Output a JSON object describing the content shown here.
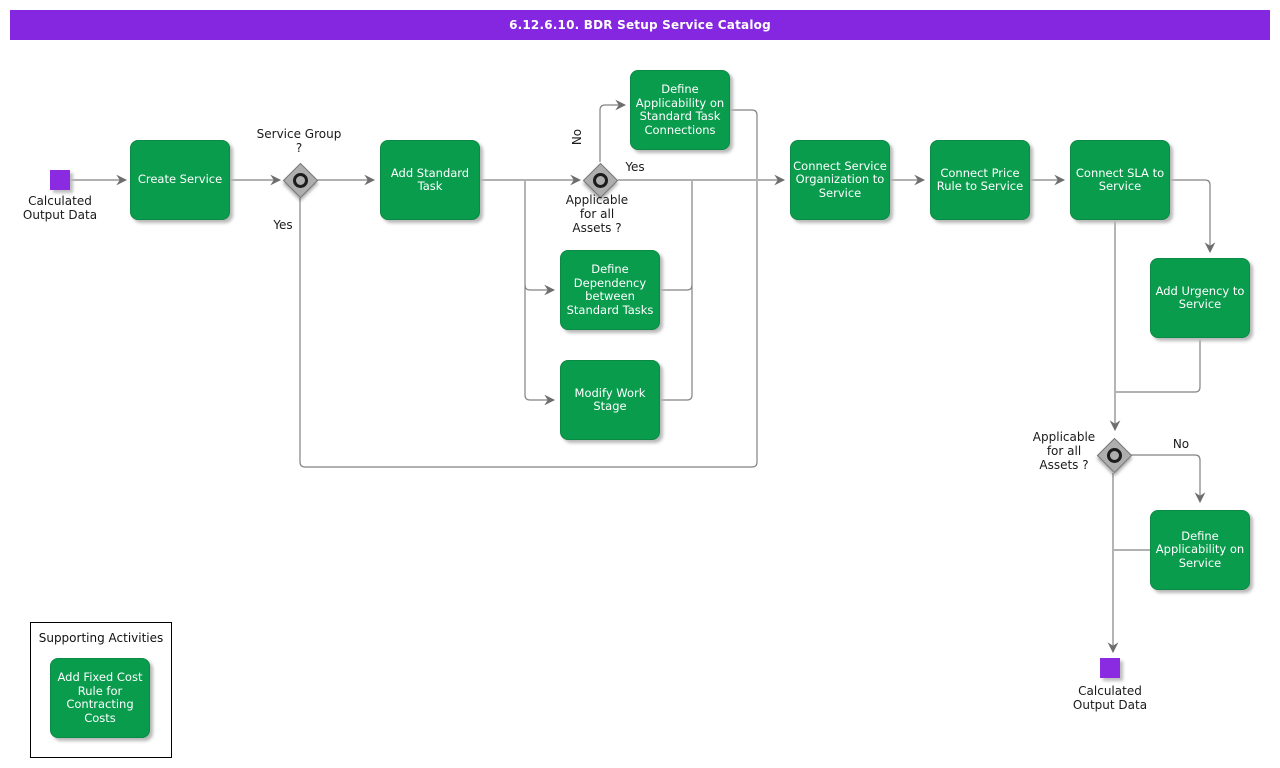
{
  "title_bar": {
    "text": "6.12.6.10. BDR Setup Service Catalog"
  },
  "events": {
    "start": {
      "label": "Calculated\nOutput Data"
    },
    "end": {
      "label": "Calculated\nOutput Data"
    }
  },
  "activities": {
    "create_service": {
      "label": "Create Service"
    },
    "add_standard_task": {
      "label": "Add Standard\nTask"
    },
    "define_applicability_stc": {
      "label": "Define\nApplicability on\nStandard Task\nConnections"
    },
    "define_dependency": {
      "label": "Define\nDependency\nbetween\nStandard Tasks"
    },
    "modify_work_stage": {
      "label": "Modify Work\nStage"
    },
    "connect_service_org": {
      "label": "Connect Service\nOrganization to\nService"
    },
    "connect_price_rule": {
      "label": "Connect Price\nRule to Service"
    },
    "connect_sla": {
      "label": "Connect SLA to\nService"
    },
    "add_urgency": {
      "label": "Add Urgency to\nService"
    },
    "define_applicability_service": {
      "label": "Define\nApplicability on\nService"
    }
  },
  "decisions": {
    "service_group": {
      "label": "Service Group\n?",
      "yes_label": "Yes"
    },
    "applicable_assets_1": {
      "label": "Applicable\nfor all\nAssets ?",
      "no_label": "No",
      "yes_label": "Yes"
    },
    "applicable_assets_2": {
      "label": "Applicable\nfor all\nAssets ?",
      "no_label": "No"
    }
  },
  "supporting": {
    "title": "Supporting Activities",
    "add_fixed_cost": {
      "label": "Add Fixed Cost\nRule for\nContracting\nCosts"
    }
  },
  "colors": {
    "title_bar": "#8526e0",
    "activity_green": "#099c4d",
    "event_purple": "#8a2be2",
    "connector_gray": "#828282"
  }
}
